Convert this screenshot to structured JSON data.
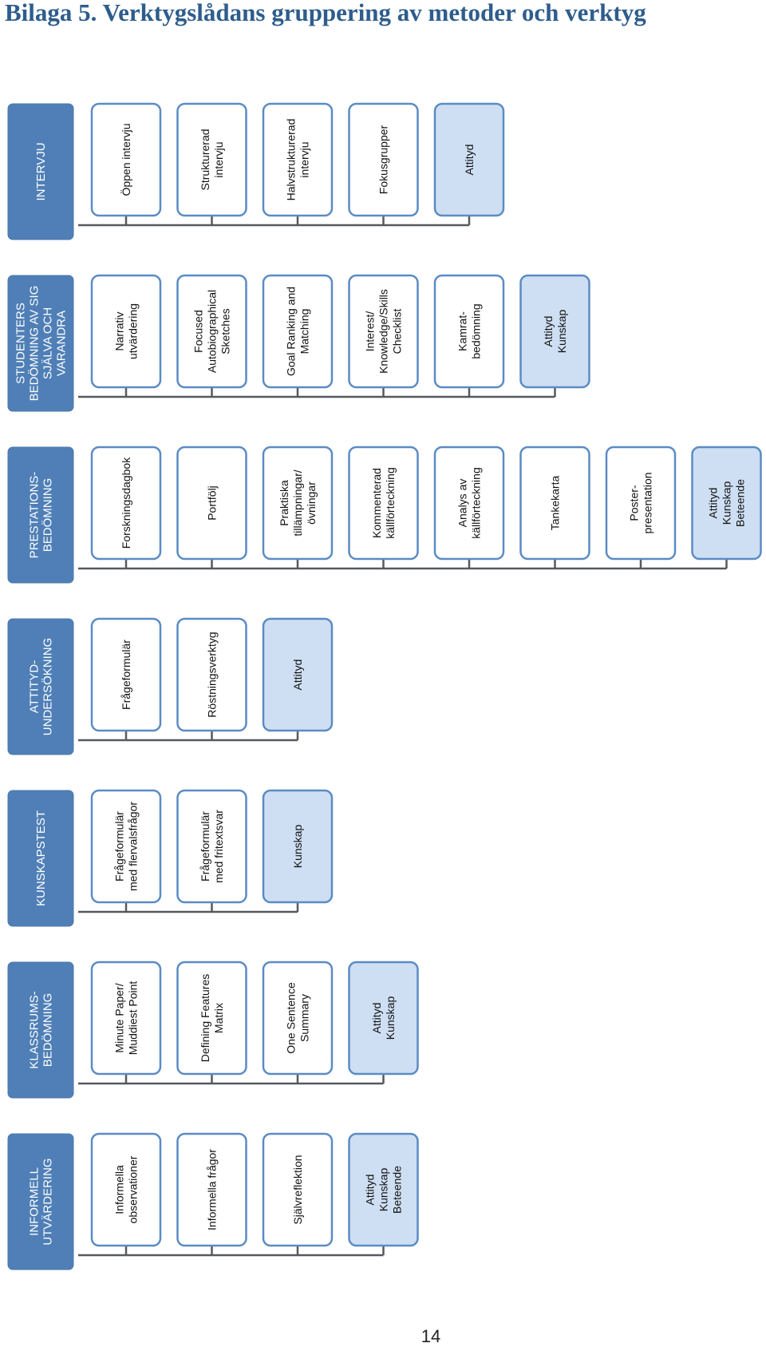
{
  "title": "Bilaga 5. Verktygslådans gruppering av metoder och verktyg",
  "page_number": "14",
  "colors": {
    "header_fill": "#4f7fb6",
    "item_border": "#5b8bc4",
    "result_fill": "#cedff3",
    "connector": "#56595d",
    "title": "#2e5d8c"
  },
  "groups": [
    {
      "id": "intervju",
      "header": [
        "INTERVJU"
      ],
      "items": [
        {
          "lines": [
            "Öppen intervju"
          ]
        },
        {
          "lines": [
            "Strukturerad",
            "intervju"
          ]
        },
        {
          "lines": [
            "Halvstrukturerad",
            "intervju"
          ]
        },
        {
          "lines": [
            "Fokusgrupper"
          ]
        },
        {
          "lines": [
            "Attityd"
          ],
          "result": true
        }
      ]
    },
    {
      "id": "studenters",
      "header": [
        "STUDENTERS",
        "BEDÖMNING AV SIG",
        "SJÄLVA OCH",
        "VARANDRA"
      ],
      "items": [
        {
          "lines": [
            "Narrativ",
            "utvärdering"
          ]
        },
        {
          "lines": [
            "Focused",
            "Autobiographical",
            "Sketches"
          ]
        },
        {
          "lines": [
            "Goal Ranking and",
            "Matching"
          ]
        },
        {
          "lines": [
            "Interest/",
            "Knowledge/Skills",
            "Checklist"
          ]
        },
        {
          "lines": [
            "Kamrat-",
            "bedömning"
          ]
        },
        {
          "lines": [
            "Attityd",
            "Kunskap"
          ],
          "result": true
        }
      ]
    },
    {
      "id": "prestations",
      "header": [
        "PRESTATIONS-",
        "BEDÖMNING"
      ],
      "items": [
        {
          "lines": [
            "Forskningsdagbok"
          ]
        },
        {
          "lines": [
            "Portfölj"
          ]
        },
        {
          "lines": [
            "Praktiska",
            "tillämpningar/",
            "övningar"
          ]
        },
        {
          "lines": [
            "Kommenterad",
            "källförteckning"
          ]
        },
        {
          "lines": [
            "Analys av",
            "källförteckning"
          ]
        },
        {
          "lines": [
            "Tankekarta"
          ]
        },
        {
          "lines": [
            "Poster-",
            "presentation"
          ]
        },
        {
          "lines": [
            "Attityd",
            "Kunskap",
            "Beteende"
          ],
          "result": true
        }
      ]
    },
    {
      "id": "attityd",
      "header": [
        "ATTITYD-",
        "UNDERSÖKNING"
      ],
      "items": [
        {
          "lines": [
            "Frågeformulär"
          ]
        },
        {
          "lines": [
            "Röstningsverktyg"
          ]
        },
        {
          "lines": [
            "Attityd"
          ],
          "result": true
        }
      ]
    },
    {
      "id": "kunskapstest",
      "header": [
        "KUNSKAPSTEST"
      ],
      "items": [
        {
          "lines": [
            "Frågeformulär",
            "med flervalsfrågor"
          ]
        },
        {
          "lines": [
            "Frågeformulär",
            "med fritextsvar"
          ]
        },
        {
          "lines": [
            "Kunskap"
          ],
          "result": true
        }
      ]
    },
    {
      "id": "klassrums",
      "header": [
        "KLASSRUMS-",
        "BEDÖMNING"
      ],
      "items": [
        {
          "lines": [
            "Minute Paper/",
            "Muddiest Point"
          ]
        },
        {
          "lines": [
            "Defining Features",
            "Matrix"
          ]
        },
        {
          "lines": [
            "One Sentence",
            "Summary"
          ]
        },
        {
          "lines": [
            "Attityd",
            "Kunskap"
          ],
          "result": true
        }
      ]
    },
    {
      "id": "informell",
      "header": [
        "INFORMELL",
        "UTVÄRDERING"
      ],
      "items": [
        {
          "lines": [
            "Informella",
            "observationer"
          ]
        },
        {
          "lines": [
            "Informella frågor"
          ]
        },
        {
          "lines": [
            "Självreflektion"
          ]
        },
        {
          "lines": [
            "Attityd",
            "Kunskap",
            "Beteende"
          ],
          "result": true
        }
      ]
    }
  ]
}
